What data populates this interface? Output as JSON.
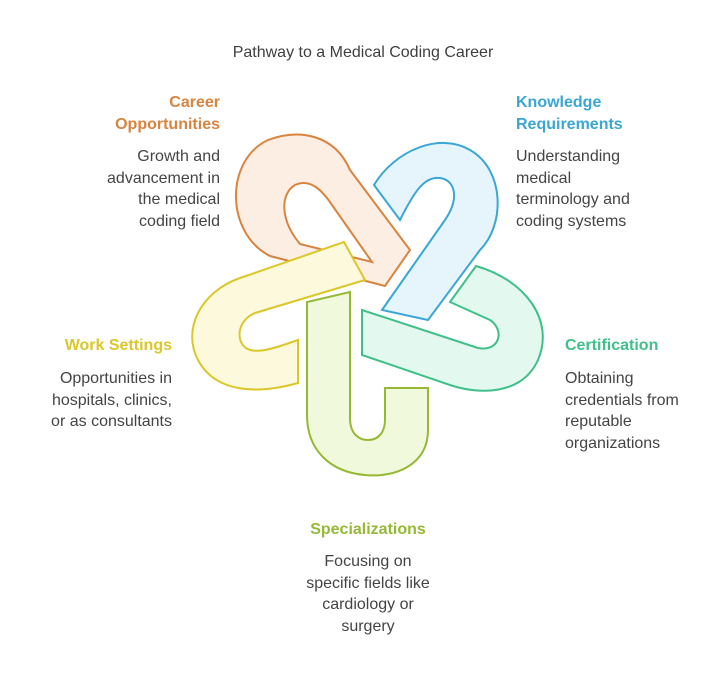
{
  "title": "Pathway to a Medical Coding Career",
  "colors": {
    "career": "#d8843f",
    "knowledge": "#3aa6d4",
    "certification": "#3fc08a",
    "specializations": "#95b935",
    "work": "#dbc72b"
  },
  "steps": {
    "career": {
      "label_lines": [
        "Career",
        "Opportunities"
      ],
      "desc_lines": [
        "Growth and",
        "advancement in",
        "the medical",
        "coding field"
      ]
    },
    "knowledge": {
      "label_lines": [
        "Knowledge",
        "Requirements"
      ],
      "desc_lines": [
        "Understanding",
        "medical",
        "terminology and",
        "coding systems"
      ]
    },
    "certification": {
      "label": "Certification",
      "desc_lines": [
        "Obtaining",
        "credentials from",
        "reputable",
        "organizations"
      ]
    },
    "specializations": {
      "label": "Specializations",
      "desc_lines": [
        "Focusing on",
        "specific fields like",
        "cardiology or",
        "surgery"
      ]
    },
    "work": {
      "label": "Work Settings",
      "desc_lines": [
        "Opportunities in",
        "hospitals, clinics,",
        "or as consultants"
      ]
    }
  }
}
